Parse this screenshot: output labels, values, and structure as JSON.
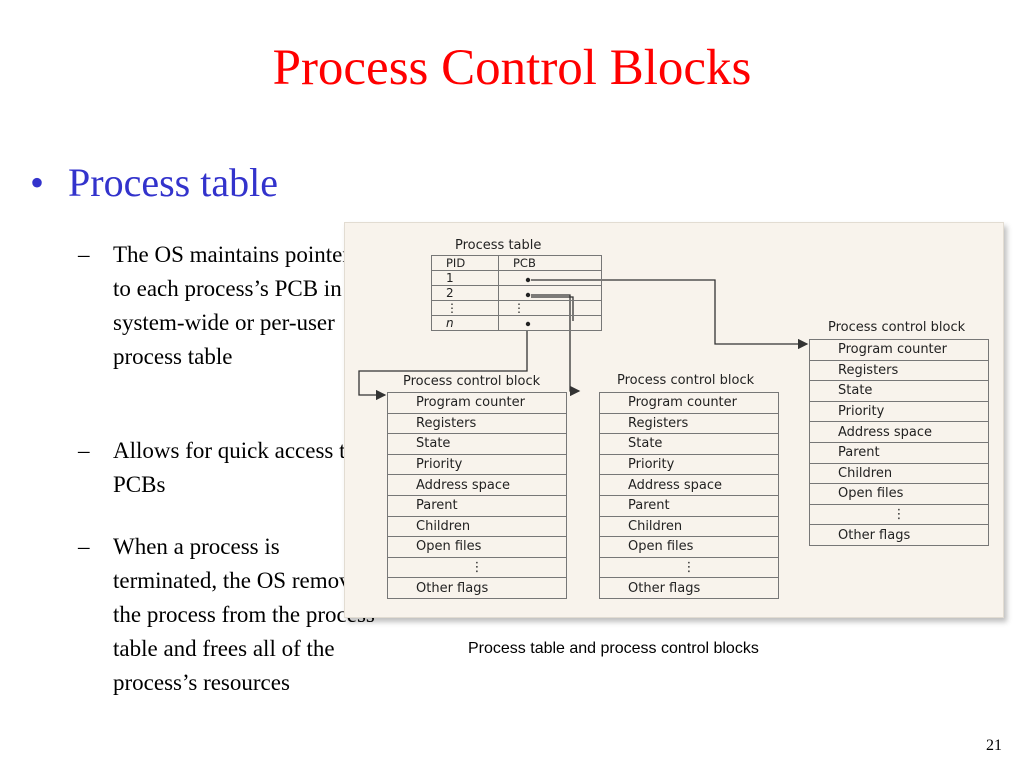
{
  "title": "Process Control Blocks",
  "bullet": {
    "marker": "•",
    "text": "Process table"
  },
  "subbullets": [
    {
      "dash": "–",
      "text": "The OS maintains pointers to each process’s PCB in a system-wide or per-user process table"
    },
    {
      "dash": "–",
      "text": "Allows for quick access to PCBs"
    },
    {
      "dash": "–",
      "text": "When a process is terminated, the OS removes the process from the process table and frees all of the process’s resources"
    }
  ],
  "figure": {
    "process_table": {
      "title": "Process table",
      "columns": [
        "PID",
        "PCB"
      ],
      "rows": [
        {
          "pid": "1",
          "pcb": "•"
        },
        {
          "pid": "2",
          "pcb": "•"
        },
        {
          "pid": "⋮",
          "pcb": "⋮"
        },
        {
          "pid": "n",
          "pcb": "•"
        }
      ]
    },
    "pcb_blocks": [
      {
        "title": "Process control block",
        "fields": [
          "Program counter",
          "Registers",
          "State",
          "Priority",
          "Address space",
          "Parent",
          "Children",
          "Open files",
          "⋮",
          "Other flags"
        ]
      },
      {
        "title": "Process control block",
        "fields": [
          "Program counter",
          "Registers",
          "State",
          "Priority",
          "Address space",
          "Parent",
          "Children",
          "Open files",
          "⋮",
          "Other flags"
        ]
      },
      {
        "title": "Process control block",
        "fields": [
          "Program counter",
          "Registers",
          "State",
          "Priority",
          "Address space",
          "Parent",
          "Children",
          "Open files",
          "⋮",
          "Other flags"
        ]
      }
    ]
  },
  "caption": "Process table and process control blocks",
  "page_number": "21",
  "colors": {
    "title": "#ff0000",
    "bullet": "#3333cc",
    "figure_bg": "#f8f3ec"
  }
}
